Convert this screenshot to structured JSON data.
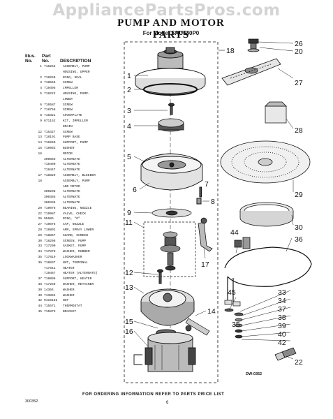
{
  "watermark": "AppliancePartsPros.com",
  "title": "PUMP AND MOTOR PARTS",
  "subtitle": "For Model SAU540P0",
  "legend": {
    "col_illus": "Illus.\nNo.",
    "col_part": "Part\nNo.",
    "col_desc": "DESCRIPTION",
    "rows": [
      {
        "illus": "1",
        "part": "718252",
        "desc": "ASSEMBLY, PUMP"
      },
      {
        "illus": "",
        "part": "",
        "desc": "HOUSING, UPPER"
      },
      {
        "illus": "2",
        "part": "718259",
        "desc": "RING, SEAL"
      },
      {
        "illus": "3",
        "part": "718556",
        "desc": "SCREW"
      },
      {
        "illus": "4",
        "part": "719495",
        "desc": "IMPELLER"
      },
      {
        "illus": "5",
        "part": "718222",
        "desc": "HOUSING, PUMP-"
      },
      {
        "illus": "",
        "part": "",
        "desc": "LOWER"
      },
      {
        "illus": "6",
        "part": "716587",
        "desc": "SCREW"
      },
      {
        "illus": "7",
        "part": "718758",
        "desc": "SCREW"
      },
      {
        "illus": "8",
        "part": "718321",
        "desc": "COVERPLATE"
      },
      {
        "illus": "9",
        "part": "671152",
        "desc": "KIT, IMPELLER"
      },
      {
        "illus": "",
        "part": "",
        "desc": "DRAIN"
      },
      {
        "illus": "12",
        "part": "715327",
        "desc": "SCREW"
      },
      {
        "illus": "13",
        "part": "718191",
        "desc": "PUMP BASE"
      },
      {
        "illus": "14",
        "part": "719260",
        "desc": "SUPPORT, PUMP"
      },
      {
        "illus": "15",
        "part": "719983",
        "desc": "BUSHER"
      },
      {
        "illus": "16",
        "part": "",
        "desc": "MOTOR"
      },
      {
        "illus": "",
        "part": "300865",
        "desc": "ALTERNATE"
      },
      {
        "illus": "",
        "part": "719490",
        "desc": "ALTERNATE"
      },
      {
        "illus": "",
        "part": "719447",
        "desc": "ALTERNATE"
      },
      {
        "illus": "17",
        "part": "718829",
        "desc": "ASSEMBLY, BLEEDER"
      },
      {
        "illus": "18",
        "part": "",
        "desc": "ASSEMBLY, PUMP"
      },
      {
        "illus": "",
        "part": "",
        "desc": "AND MOTOR"
      },
      {
        "illus": "",
        "part": "300298",
        "desc": "ALTERNATE"
      },
      {
        "illus": "",
        "part": "300385",
        "desc": "ALTERNATE"
      },
      {
        "illus": "",
        "part": "300336",
        "desc": "ALTERNATE"
      },
      {
        "illus": "20",
        "part": "719076",
        "desc": "BEARING, NOZZLE"
      },
      {
        "illus": "22",
        "part": "719987",
        "desc": "VALVE, CHECK"
      },
      {
        "illus": "26",
        "part": "95685",
        "desc": "RING, \"O\""
      },
      {
        "illus": "27",
        "part": "719876",
        "desc": "CAP, NOZZLE"
      },
      {
        "illus": "28",
        "part": "719891",
        "desc": "ARM, SPRAY LOWER"
      },
      {
        "illus": "29",
        "part": "718857",
        "desc": "GUARD, SCREEN"
      },
      {
        "illus": "30",
        "part": "718208",
        "desc": "SCREEN, PUMP"
      },
      {
        "illus": "33",
        "part": "717200",
        "desc": "GASKET, PUMP"
      },
      {
        "illus": "34",
        "part": "717878",
        "desc": "WASHER, RUBBER"
      },
      {
        "illus": "35",
        "part": "717819",
        "desc": "LOCKWASHER"
      },
      {
        "illus": "36",
        "part": "718837",
        "desc": "NUT, TERMINAL"
      },
      {
        "illus": "",
        "part": "717841",
        "desc": "HEATER"
      },
      {
        "illus": "",
        "part": "719467",
        "desc": "HEATER (ALTERNATE)"
      },
      {
        "illus": "37",
        "part": "719896",
        "desc": "SUPPORT, HEATER"
      },
      {
        "illus": "38",
        "part": "717259",
        "desc": "WASHER, RETAINER"
      },
      {
        "illus": "39",
        "part": "14364",
        "desc": "WASHER"
      },
      {
        "illus": "40",
        "part": "713894",
        "desc": "WASHER"
      },
      {
        "illus": "42",
        "part": "9416182",
        "desc": "NUT"
      },
      {
        "illus": "44",
        "part": "715571",
        "desc": "THERMOSTAT"
      },
      {
        "illus": "45",
        "part": "715873",
        "desc": "BRACKET"
      }
    ]
  },
  "callouts": [
    "1",
    "2",
    "3",
    "4",
    "5",
    "6",
    "7",
    "8",
    "9",
    "11",
    "12",
    "13",
    "14",
    "15",
    "16",
    "17",
    "18",
    "20",
    "22",
    "26",
    "27",
    "28",
    "29",
    "30",
    "33",
    "34",
    "35",
    "36",
    "37",
    "38",
    "39",
    "40",
    "42",
    "44",
    "45"
  ],
  "dw_code": "DW-0352",
  "footer": "FOR ORDERING INFORMATION REFER TO PARTS PRICE LIST",
  "doc_code": "300352",
  "page_number": "6"
}
